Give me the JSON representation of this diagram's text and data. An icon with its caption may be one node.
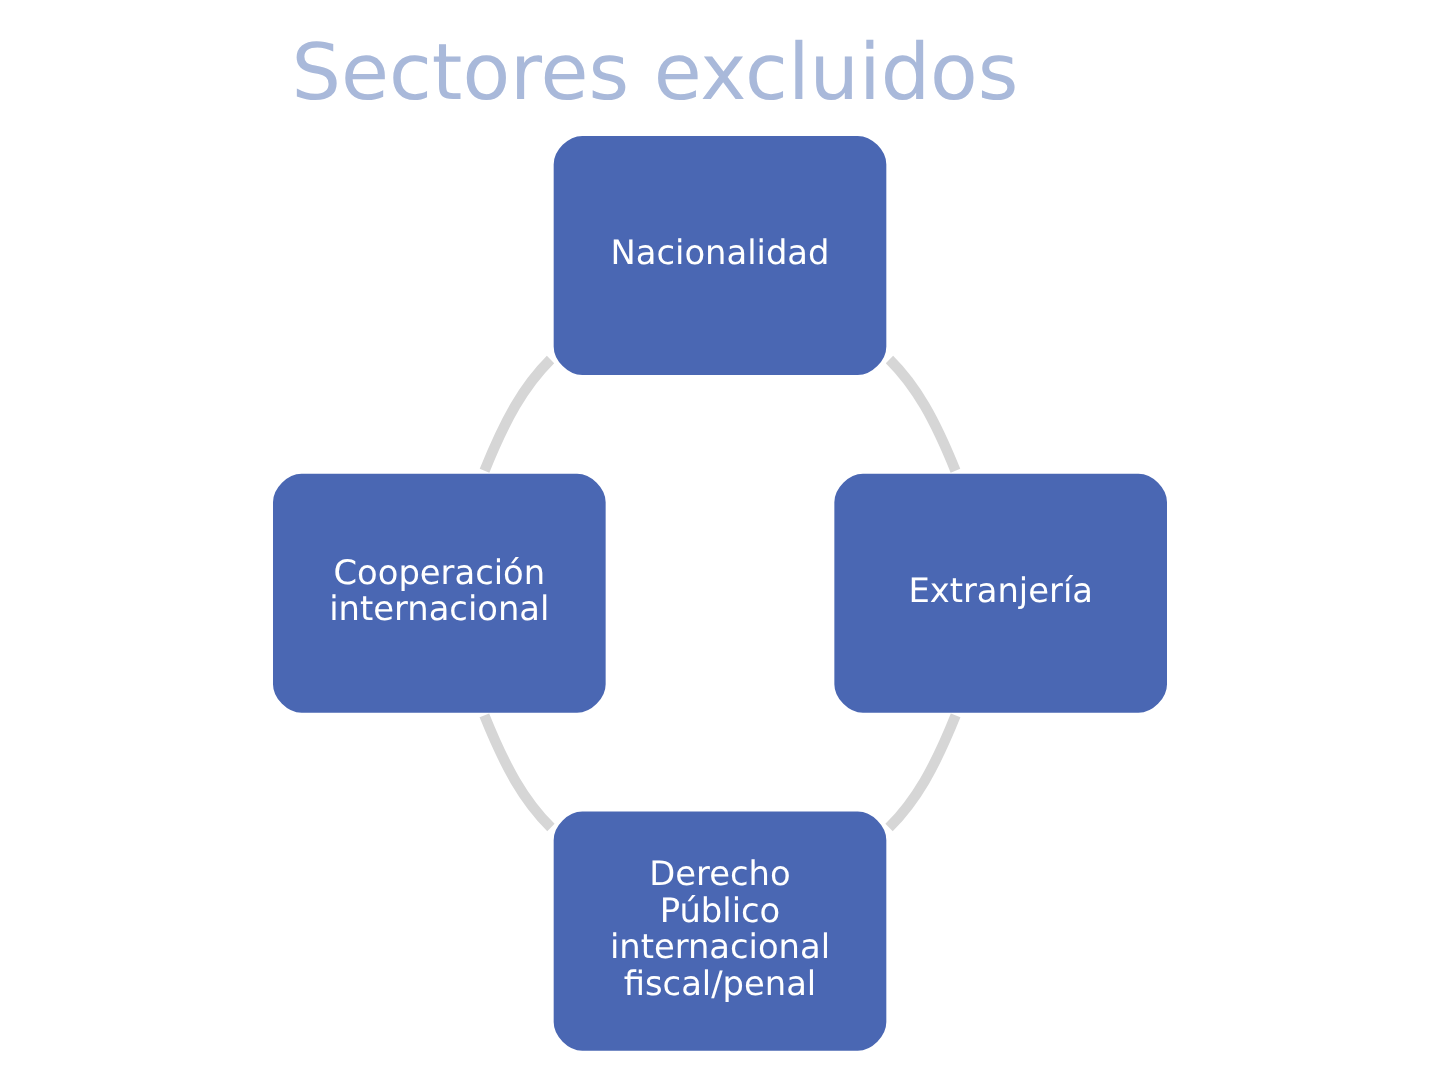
{
  "diagram": {
    "title": "Sectores excluidos",
    "nodes": [
      {
        "text": [
          "Nacionalidad"
        ]
      },
      {
        "text": [
          "Extranjería"
        ]
      },
      {
        "text": [
          "Derecho Público internacional fiscal/penal"
        ]
      },
      {
        "text": [
          "Cooperación internacional"
        ]
      }
    ],
    "edges": [
      {
        "from": 0,
        "to": 1,
        "arrow": "none"
      },
      {
        "from": 1,
        "to": 2,
        "arrow": "none"
      },
      {
        "from": 3,
        "to": 2,
        "arrow": "none"
      },
      {
        "from": 0,
        "to": 3,
        "arrow": "none"
      }
    ]
  }
}
